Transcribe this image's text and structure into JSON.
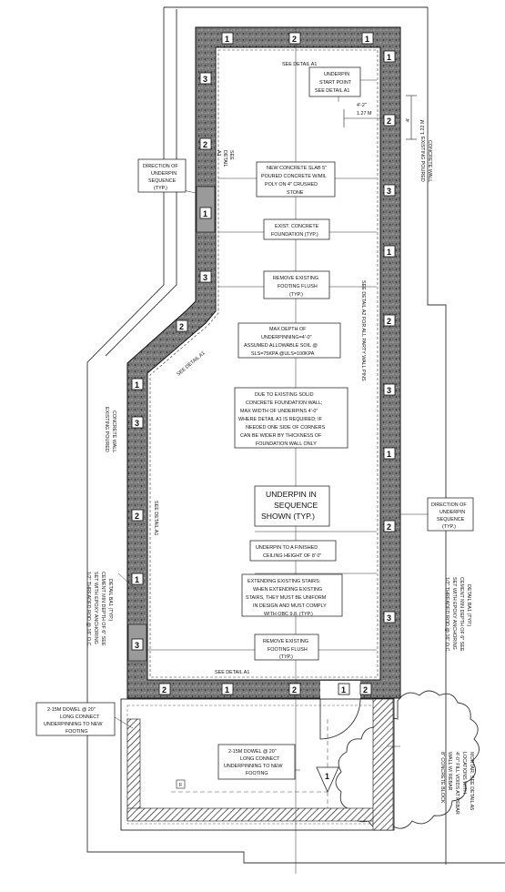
{
  "notes": {
    "start_point": [
      "UNDERPIN",
      "START POINT",
      "SEE DETAIL A1"
    ],
    "new_slab": [
      "NEW CONCRETE SLAB 5\"",
      "POURED CONCRETE W/MIL",
      "POLY ON 4\" CRUSHED",
      "STONE"
    ],
    "exist_foundation": [
      "EXIST. CONCRETE",
      "FOUNDATION (TYP.)"
    ],
    "remove_footing_1": [
      "REMOVE EXISTING",
      "FOOTING FLUSH",
      "(TYP.)"
    ],
    "max_depth": [
      "MAX DEPTH OF",
      "UNDERPINNING=4'-0\"",
      "ASSUMED ALLOWABLE SOIL @",
      "SLS=75KPA @ULS=100KPA"
    ],
    "solid_wall": [
      "DUE TO EXISTING SOLID",
      "CONCRETE FOUNDATION WALL;",
      "MAX WIDTH OF UNDERPINS 4'-0\"",
      "WHERE DETAIL A1 IS REQUIRED; IF",
      "NEEDED ONE SIDE OF CORNERS",
      "CAN BE WIDER BY THICKNESS OF",
      "FOUNDATION WALL ONLY"
    ],
    "sequence": [
      "UNDERPIN IN",
      "SEQUENCE",
      "SHOWN (TYP.)"
    ],
    "ceiling": [
      "UNDERPIN TO A FINISHED",
      "CEILING HEIGHT OF 8' 0\""
    ],
    "stairs": [
      "EXTENDING EXISTING STAIRS:",
      "WHEN EXTENDING EXISTING",
      "STAIRS, THEY MUST BE UNIFORM",
      "IN DESIGN AND MUST COMPLY",
      "WITH OBC 9.8. (TYP.)"
    ],
    "remove_footing_2": [
      "REMOVE EXISTING",
      "FOOTING FLUSH",
      "(TYP.)"
    ],
    "direction_left": [
      "DIRECTION OF",
      "UNDERPIN",
      "SEQUENCE",
      "(TYP.)"
    ],
    "direction_right": [
      "DIRECTION OF",
      "UNDERPIN",
      "SEQUENCE",
      "(TYP.)"
    ],
    "dowel_left": [
      "2-15M DOWEL @ 20\"",
      "LONG CONNECT",
      "UNDERPINNING TO NEW",
      "FOOTING"
    ],
    "dowel_center": [
      "2-15M DOWEL @ 20\"",
      "LONG CONNECT",
      "UNDERPINNING TO NEW",
      "FOOTING"
    ]
  },
  "rotated": {
    "existing_wall_right": [
      "EXISTING POURED",
      "CONCRETE WALL"
    ],
    "existing_wall_left": [
      "EXISTING POURED",
      "CONCRETE WALL"
    ],
    "party_wall": "SEE DETAIL A2 FOR ALL PARTY WALL PINS",
    "see_a1_top": [
      "SEE",
      "DETAIL",
      "A1"
    ],
    "see_a1_mid": "SEE DETAIL A1",
    "see_a1_diag": "SEE DETAIL A1",
    "rod_left": [
      "1/2\" THREADED ROD @ 16\" O.C.",
      "SET WITH EPOXY ANCHORING",
      "CEMENT MIN DEPTH OF 6\" SEE",
      "DETAIL BA1 (TYP.)"
    ],
    "rod_right": [
      "1/2\" THREADED ROD @ 16\" O.C.",
      "SET WITH EPOXY ANCHORING",
      "CEMENT MIN DEPTH OF 6\" SEE",
      "DETAIL BA1 (TYP.)"
    ],
    "block": [
      "8\" CONCRETE BLOCK",
      "WALL W/ REBAR",
      "4'-0\" FILL VOIDS AT REBAR",
      "LOCATIONS WITH",
      "MORTAR. SEE DETAIL A5"
    ],
    "dim_vertical": "1.22 M",
    "dim_vertical_ft": "4'"
  },
  "labels": {
    "see_detail_top": "SEE DETAIL A1",
    "see_detail_bottom": "SEE DETAIL A1",
    "dim_ft": "4'-2\"",
    "dim_m": "1.27 M",
    "marker": "F",
    "section": "1"
  },
  "pins": {
    "top": [
      "1",
      "2",
      "1"
    ],
    "right": [
      "1",
      "2",
      "3",
      "1",
      "2",
      "3",
      "1",
      "2",
      "3"
    ],
    "left_upper": [
      "3",
      "2",
      "1",
      "3"
    ],
    "diagonal": [
      "2"
    ],
    "left_lower": [
      "1",
      "3",
      "2",
      "1",
      "3"
    ],
    "bottom": [
      "2",
      "1",
      "2",
      "1",
      "2"
    ]
  }
}
